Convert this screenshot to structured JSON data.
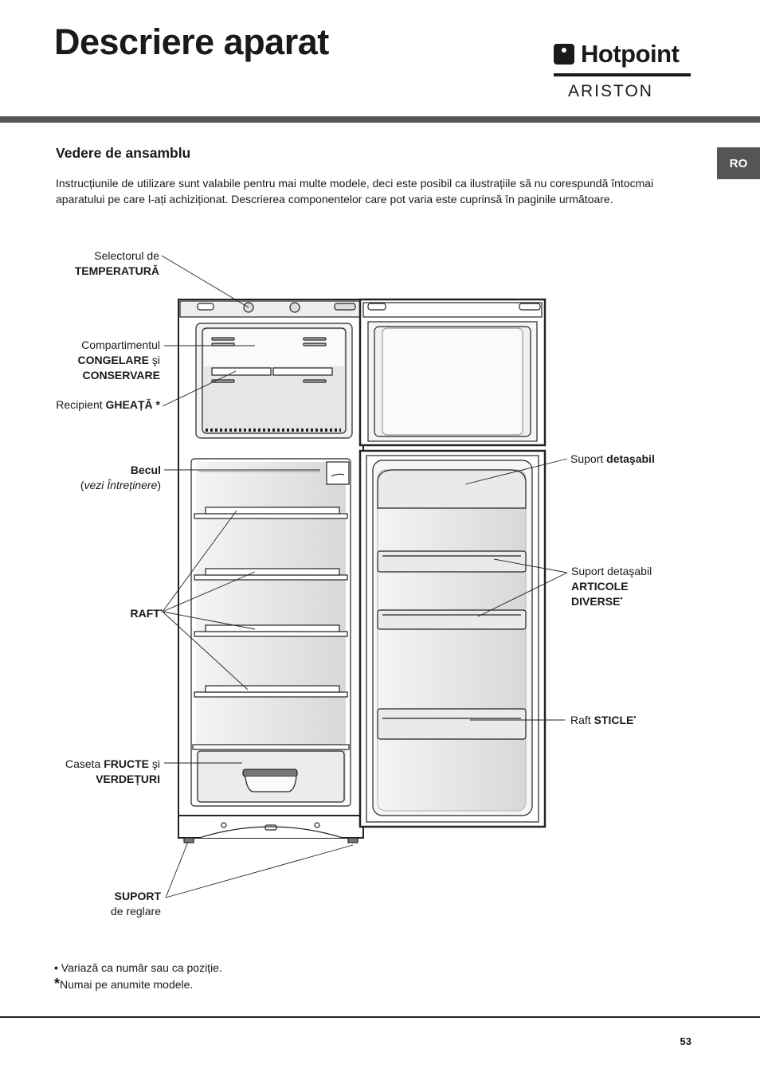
{
  "header": {
    "title": "Descriere aparat",
    "brand": "Hotpoint",
    "brand_sub": "ARISTON",
    "lang_tab": "RO"
  },
  "section": {
    "heading": "Vedere de ansamblu",
    "intro": "Instrucțiunile de utilizare sunt valabile pentru mai multe modele, deci este posibil ca ilustrațiile să nu corespundă întocmai aparatului pe care l-ați achiziționat. Descrierea componentelor care pot varia este cuprinsă în paginile următoare."
  },
  "labels": {
    "selector_l1": "Selectorul de",
    "selector_l2": "TEMPERATURĂ",
    "comp_l1": "Compartimentul",
    "comp_l2a": "CONGELARE",
    "comp_l2b": " şi",
    "comp_l3": "CONSERVARE",
    "ice_a": "Recipient ",
    "ice_b": "GHEAȚĂ *",
    "bulb_l1": "Becul",
    "bulb_l2a": "(",
    "bulb_l2b": "vezi Întreținere",
    "bulb_l2c": ")",
    "raft": "RAFT",
    "bullet": "•",
    "crisper_a": "Caseta ",
    "crisper_b": "FRUCTE",
    "crisper_c": " şi",
    "crisper_l2": "VERDEȚURI",
    "feet_l1": "SUPORT",
    "feet_l2": "de reglare",
    "door_a": "Suport ",
    "door_b": "detaşabil",
    "misc_l1": "Suport detaşabil",
    "misc_l2": "ARTICOLE",
    "misc_l3": "DIVERSE",
    "bottle_a": "Raft ",
    "bottle_b": "STICLE"
  },
  "footnotes": {
    "bullet_mark": "•",
    "bullet_text": " Variază ca număr sau ca poziție.",
    "star_mark": "*",
    "star_text": "Numai pe anumite modele."
  },
  "page_number": "53"
}
